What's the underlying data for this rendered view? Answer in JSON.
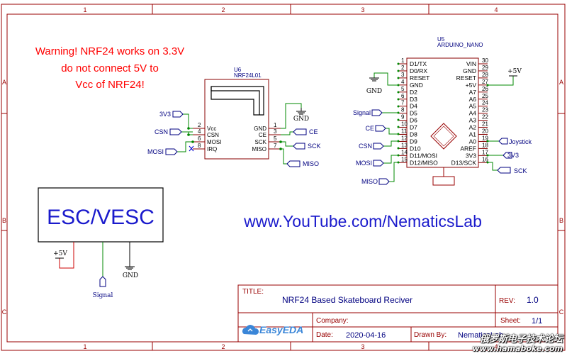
{
  "frame": {
    "columns": [
      "1",
      "2",
      "3",
      "4"
    ],
    "rows": [
      "A",
      "B",
      "C"
    ],
    "border_color": "#990000",
    "wire_color": "#008800",
    "net_label_color": "#000080"
  },
  "warning": {
    "lines": [
      "Warning! NRF24 works on 3.3V",
      "do not connect 5V to",
      "Vcc of NRF24!"
    ],
    "color": "#ff0000"
  },
  "nrf24": {
    "designator": "U6",
    "part_name": "NRF24L01",
    "left_pins": [
      {
        "num": "2",
        "name": "Vcc",
        "net": "3V3"
      },
      {
        "num": "4",
        "name": "CSN",
        "net": "CSN"
      },
      {
        "num": "6",
        "name": "MOSI",
        "net": "MOSI"
      },
      {
        "num": "8",
        "name": "IRQ",
        "net": ""
      }
    ],
    "right_pins": [
      {
        "num": "1",
        "name": "GND",
        "net": "GND"
      },
      {
        "num": "3",
        "name": "CE",
        "net": "CE"
      },
      {
        "num": "5",
        "name": "SCK",
        "net": "SCK"
      },
      {
        "num": "7",
        "name": "MISO",
        "net": "MISO"
      }
    ]
  },
  "arduino": {
    "designator": "U5",
    "part_name": "ARDUINO_NANO",
    "left_pins": [
      {
        "num": "1",
        "name": "D1/TX"
      },
      {
        "num": "2",
        "name": "D0/RX"
      },
      {
        "num": "3",
        "name": "RESET"
      },
      {
        "num": "4",
        "name": "GND"
      },
      {
        "num": "5",
        "name": "D2"
      },
      {
        "num": "6",
        "name": "D3"
      },
      {
        "num": "7",
        "name": "D4"
      },
      {
        "num": "8",
        "name": "D5"
      },
      {
        "num": "9",
        "name": "D6"
      },
      {
        "num": "10",
        "name": "D7"
      },
      {
        "num": "11",
        "name": "D8"
      },
      {
        "num": "12",
        "name": "D9"
      },
      {
        "num": "13",
        "name": "D10"
      },
      {
        "num": "14",
        "name": "D11/MOSI"
      },
      {
        "num": "15",
        "name": "D12/MISO"
      }
    ],
    "right_pins": [
      {
        "num": "30",
        "name": "VIN"
      },
      {
        "num": "29",
        "name": "GND"
      },
      {
        "num": "28",
        "name": "RESET"
      },
      {
        "num": "27",
        "name": "+5V"
      },
      {
        "num": "26",
        "name": "A7"
      },
      {
        "num": "25",
        "name": "A6"
      },
      {
        "num": "24",
        "name": "A5"
      },
      {
        "num": "23",
        "name": "A4"
      },
      {
        "num": "22",
        "name": "A3"
      },
      {
        "num": "21",
        "name": "A2"
      },
      {
        "num": "20",
        "name": "A1"
      },
      {
        "num": "19",
        "name": "A0"
      },
      {
        "num": "18",
        "name": "AREF"
      },
      {
        "num": "17",
        "name": "3V3"
      },
      {
        "num": "16",
        "name": "D13/SCK"
      }
    ],
    "left_nets": {
      "gnd": "GND",
      "signal": "Signal",
      "ce": "CE",
      "csn": "CSN",
      "mosi": "MOSI",
      "miso": "MISO"
    },
    "right_nets": {
      "vcc": "+5V",
      "joystick": "Joystick",
      "v33": "3V3",
      "sck": "SCK"
    }
  },
  "esc": {
    "label": "ESC/VESC",
    "vcc_net": "+5V",
    "gnd_net": "GND",
    "signal_net": "Signal"
  },
  "banner": {
    "text": "www.YouTube.com/NematicsLab",
    "color": "#1a1acc"
  },
  "title_block": {
    "title_label": "TITLE:",
    "title": "NRF24 Based Skateboard Reciver",
    "rev_label": "REV:",
    "rev": "1.0",
    "company_label": "Company:",
    "company": "",
    "sheet_label": "Sheet:",
    "sheet": "1/1",
    "date_label": "Date:",
    "date": "2020-04-16",
    "drawn_label": "Drawn By:",
    "drawn_by": "NematicsLab",
    "logo_text": "EasyEDA"
  },
  "watermark": {
    "text": "俄罗斯电子技术论坛",
    "url": "www.hamaboke.com"
  }
}
